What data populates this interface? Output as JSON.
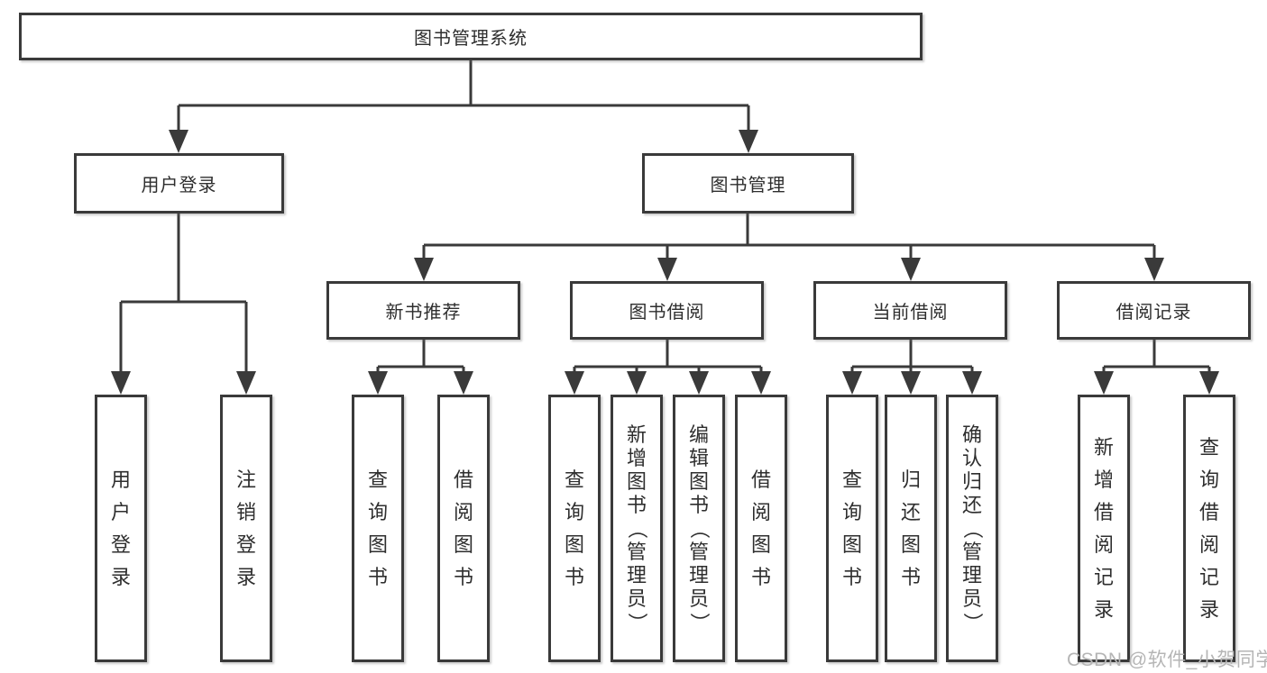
{
  "root": {
    "label": "图书管理系统"
  },
  "level2": [
    {
      "label": "用户登录"
    },
    {
      "label": "图书管理"
    }
  ],
  "level3": [
    {
      "label": "新书推荐"
    },
    {
      "label": "图书借阅"
    },
    {
      "label": "当前借阅"
    },
    {
      "label": "借阅记录"
    }
  ],
  "leaves": {
    "login": [
      "用户登录",
      "注销登录"
    ],
    "recommend": [
      "查询图书",
      "借阅图书"
    ],
    "borrow": [
      "查询图书",
      "新增图书（管理员）",
      "编辑图书（管理员）",
      "借阅图书"
    ],
    "current": [
      "查询图书",
      "归还图书",
      "确认归还（管理员）"
    ],
    "records": [
      "新增借阅记录",
      "查询借阅记录"
    ]
  },
  "watermark": "CSDN @软件_小贺同学",
  "colors": {
    "line": "#3a3a3a",
    "text": "#2e2e2e",
    "background": "#ffffff",
    "watermark": "#b5b5b5"
  }
}
